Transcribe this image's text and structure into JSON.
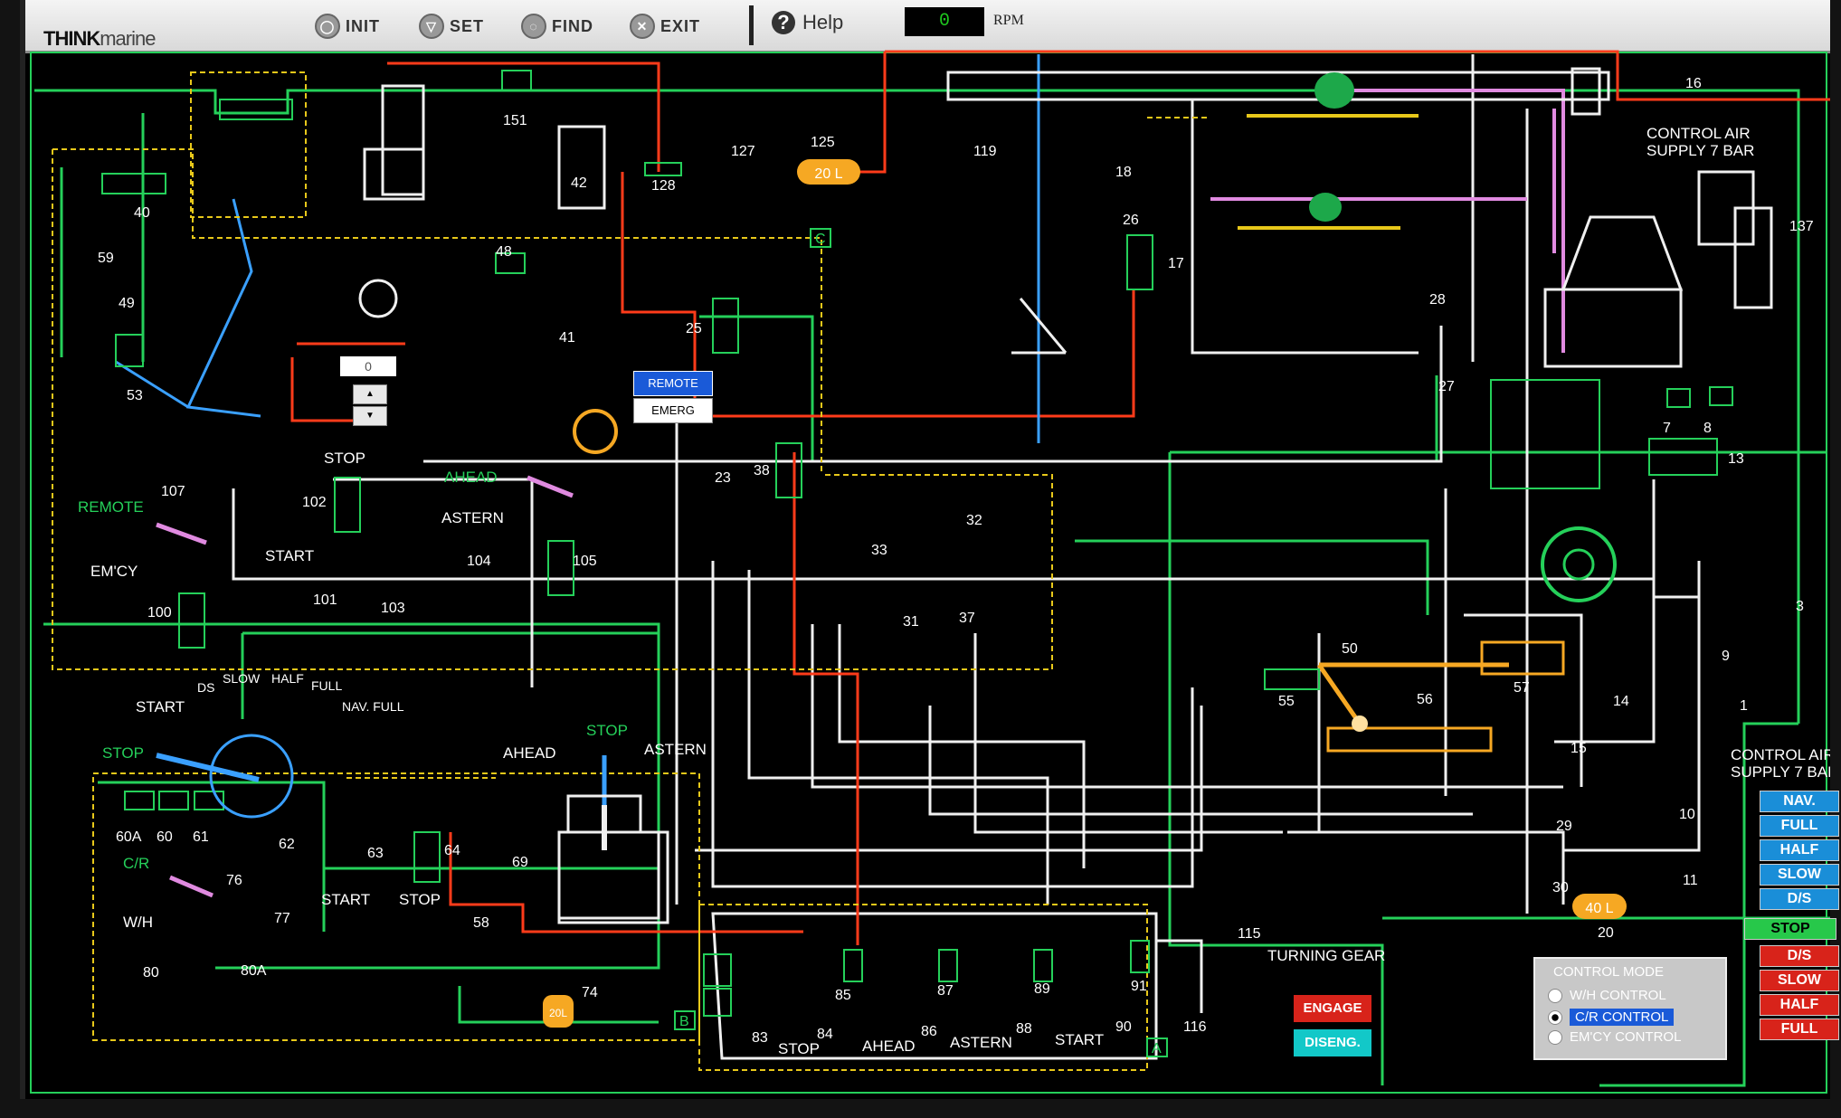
{
  "toolbar": {
    "logo_prefix": "THINK",
    "logo_suffix": "marine",
    "buttons": [
      {
        "label": "INIT",
        "icon": "init-icon"
      },
      {
        "label": "SET",
        "icon": "set-icon"
      },
      {
        "label": "FIND",
        "icon": "find-icon"
      },
      {
        "label": "EXIT",
        "icon": "exit-icon"
      }
    ],
    "help_label": "Help",
    "rpm_value": "0",
    "rpm_unit": "RPM"
  },
  "supply_labels": {
    "top_line1": "CONTROL AIR",
    "top_line2": "SUPPLY 7 BAR",
    "bottom_line1": "CONTROL AIR",
    "bottom_line2": "SUPPLY 7 BAR"
  },
  "mode_labels": {
    "remote": "REMOTE",
    "emcy": "EM'CY",
    "stop": "STOP",
    "start": "START",
    "ahead": "AHEAD",
    "astern": "ASTERN",
    "cr": "C/R",
    "wh": "W/H",
    "turning_gear": "TURNING GEAR"
  },
  "telegraph_labels": {
    "start": "START",
    "ds": "DS",
    "slow": "SLOW",
    "half": "HALF",
    "full": "FULL",
    "nav_full": "NAV. FULL",
    "stop": "STOP",
    "ahead": "AHEAD",
    "astern": "ASTERN"
  },
  "bottom_valve_labels": {
    "start": "START",
    "stop": "STOP",
    "stop2": "STOP",
    "ahead": "AHEAD",
    "astern": "ASTERN",
    "start2": "START"
  },
  "tanks": {
    "t125": "20 L",
    "t20": "40 L",
    "t74": "20L"
  },
  "component_numbers": [
    "151",
    "42",
    "128",
    "127",
    "125",
    "119",
    "18",
    "26",
    "17",
    "16",
    "137",
    "40",
    "59",
    "49",
    "53",
    "48",
    "41",
    "25",
    "23",
    "38",
    "28",
    "27",
    "7",
    "8",
    "13",
    "107",
    "102",
    "103",
    "104",
    "105",
    "101",
    "100",
    "33",
    "32",
    "31",
    "37",
    "50",
    "55",
    "56",
    "57",
    "14",
    "15",
    "9",
    "3",
    "1",
    "29",
    "30",
    "10",
    "11",
    "20",
    "115",
    "116",
    "60A",
    "60",
    "61",
    "62",
    "63",
    "64",
    "69",
    "58",
    "76",
    "77",
    "80",
    "80A",
    "74",
    "85",
    "87",
    "89",
    "91",
    "83",
    "84",
    "86",
    "88",
    "90",
    "A",
    "B",
    "C"
  ],
  "remote_panel": {
    "remote_label": "REMOTE",
    "emerg_label": "EMERG"
  },
  "lever_control": {
    "value": "0",
    "up": "▲",
    "down": "▼"
  },
  "telegraph_buttons": {
    "ahead": [
      "NAV.",
      "FULL",
      "HALF",
      "SLOW",
      "D/S"
    ],
    "stop": "STOP",
    "astern": [
      "D/S",
      "SLOW",
      "HALF",
      "FULL"
    ]
  },
  "control_mode": {
    "title": "CONTROL MODE",
    "options": [
      {
        "label": "W/H CONTROL",
        "selected": false
      },
      {
        "label": "C/R CONTROL",
        "selected": true
      },
      {
        "label": "EM'CY CONTROL",
        "selected": false
      }
    ]
  },
  "turning_gear": {
    "engage": "ENGAGE",
    "disengage": "DISENG."
  },
  "colors": {
    "green": "#25d05a",
    "white": "#f0f0f0",
    "red": "#ff3b1a",
    "yellow": "#e8c81a",
    "blue": "#3aa0ff",
    "pink": "#e08ae0",
    "orange": "#f6a823"
  }
}
